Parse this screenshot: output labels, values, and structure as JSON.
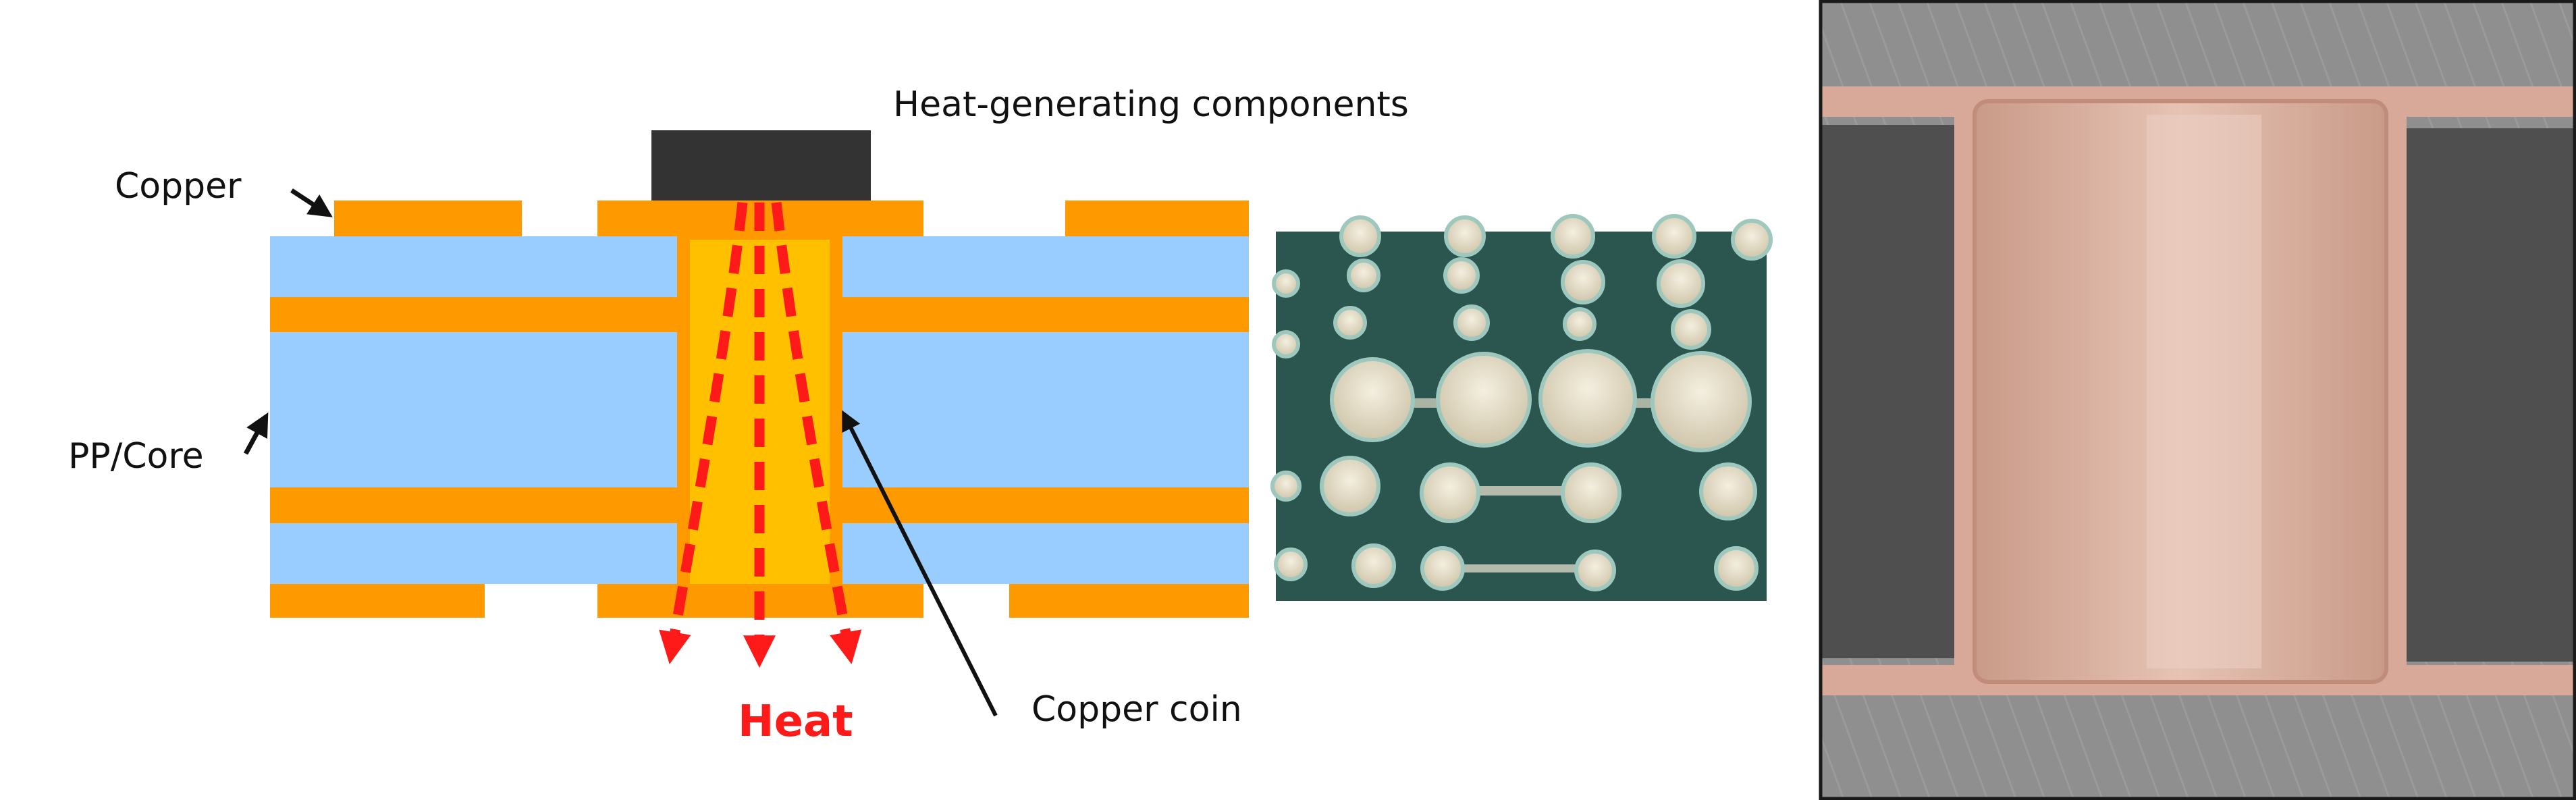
{
  "labels": {
    "copper": "Copper",
    "pp_core": "PP/Core",
    "components": "Heat-generating components",
    "copper_coin": "Copper coin",
    "heat": "Heat"
  },
  "colors": {
    "copper": "#ff9900",
    "core": "#99ccff",
    "coin": "#ffc000",
    "component": "#333333",
    "heat_arrow": "#ff1a1a",
    "photo_board": "#2f5a54",
    "photo_pad": "#e9e2cf",
    "micro_copper": "#d8a898",
    "micro_dark": "#4f4f4f",
    "micro_gray": "#8e8e8e"
  },
  "panels": [
    {
      "name": "cross-section-diagram",
      "kind": "illustration"
    },
    {
      "name": "pcb-pads-photo",
      "kind": "photo"
    },
    {
      "name": "copper-coin-micrograph",
      "kind": "photo"
    }
  ]
}
